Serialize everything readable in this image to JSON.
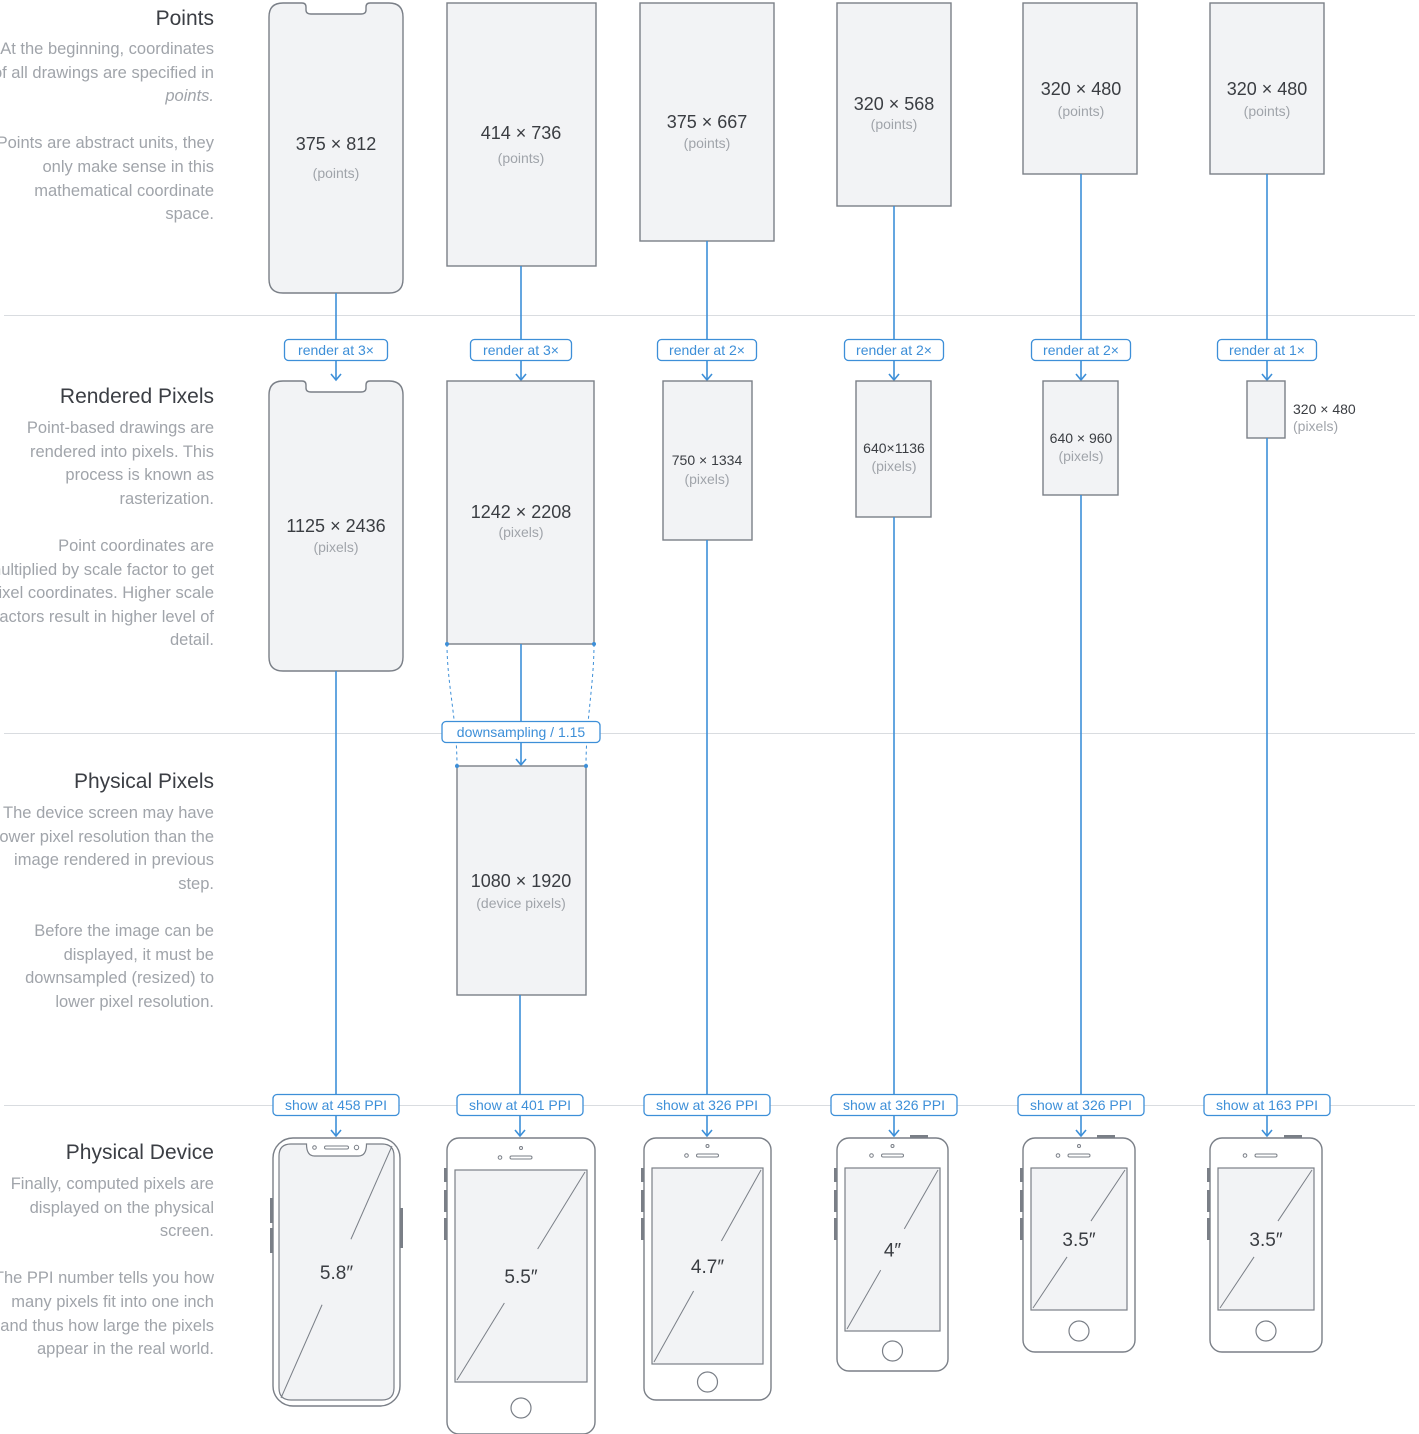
{
  "sections": [
    {
      "title": "Points",
      "paragraphs": [
        {
          "text": "At the beginning, coordinates of all drawings are specified in ",
          "emphasis": "points."
        },
        {
          "text": "Points are abstract units, they only make sense in this mathematical coordinate space."
        }
      ]
    },
    {
      "title": "Rendered Pixels",
      "paragraphs": [
        {
          "text": "Point-based drawings are rendered into pixels. This process is known as rasterization."
        },
        {
          "text": "Point coordinates are multiplied by scale factor to get pixel coordinates. Higher scale factors result in higher level of detail."
        }
      ]
    },
    {
      "title": "Physical Pixels",
      "paragraphs": [
        {
          "text": "The device screen may have lower pixel resolution than the image rendered in previous step."
        },
        {
          "text": "Before the image can be displayed, it must be downsampled (resized) to lower pixel resolution."
        }
      ]
    },
    {
      "title": "Physical Device",
      "paragraphs": [
        {
          "text": "Finally, computed pixels are displayed on the physical screen."
        },
        {
          "text": "The PPI number tells you how many pixels fit into one inch and thus how large the pixels appear in the real world."
        }
      ]
    }
  ],
  "devices": [
    {
      "points": "375 × 812",
      "points_unit": "(points)",
      "render_label": "render at 3×",
      "pixels": "1125 × 2436",
      "pixels_unit": "(pixels)",
      "ppi_label": "show at 458 PPI",
      "screen_size": "5.8″"
    },
    {
      "points": "414 × 736",
      "points_unit": "(points)",
      "render_label": "render at 3×",
      "pixels": "1242 × 2208",
      "pixels_unit": "(pixels)",
      "downsample_label": "downsampling / 1.15",
      "physical_pixels": "1080 × 1920",
      "physical_pixels_unit": "(device pixels)",
      "ppi_label": "show at 401 PPI",
      "screen_size": "5.5″"
    },
    {
      "points": "375 × 667",
      "points_unit": "(points)",
      "render_label": "render at 2×",
      "pixels": "750 × 1334",
      "pixels_unit": "(pixels)",
      "ppi_label": "show at 326 PPI",
      "screen_size": "4.7″"
    },
    {
      "points": "320 × 568",
      "points_unit": "(points)",
      "render_label": "render at 2×",
      "pixels": "640×1136",
      "pixels_unit": "(pixels)",
      "ppi_label": "show at 326 PPI",
      "screen_size": "4″"
    },
    {
      "points": "320 × 480",
      "points_unit": "(points)",
      "render_label": "render at 2×",
      "pixels": "640 × 960",
      "pixels_unit": "(pixels)",
      "ppi_label": "show at 326 PPI",
      "screen_size": "3.5″"
    },
    {
      "points": "320 × 480",
      "points_unit": "(points)",
      "render_label": "render at 1×",
      "pixels": "320 × 480",
      "pixels_unit": "(pixels)",
      "ppi_label": "show at 163 PPI",
      "screen_size": "3.5″"
    }
  ],
  "colors": {
    "accent": "#3d8fd8",
    "box_fill": "#f2f3f5",
    "box_stroke": "#7a7f87",
    "text": "#3a3d42",
    "muted": "#a0a4aa",
    "divider": "#d9dce0"
  }
}
